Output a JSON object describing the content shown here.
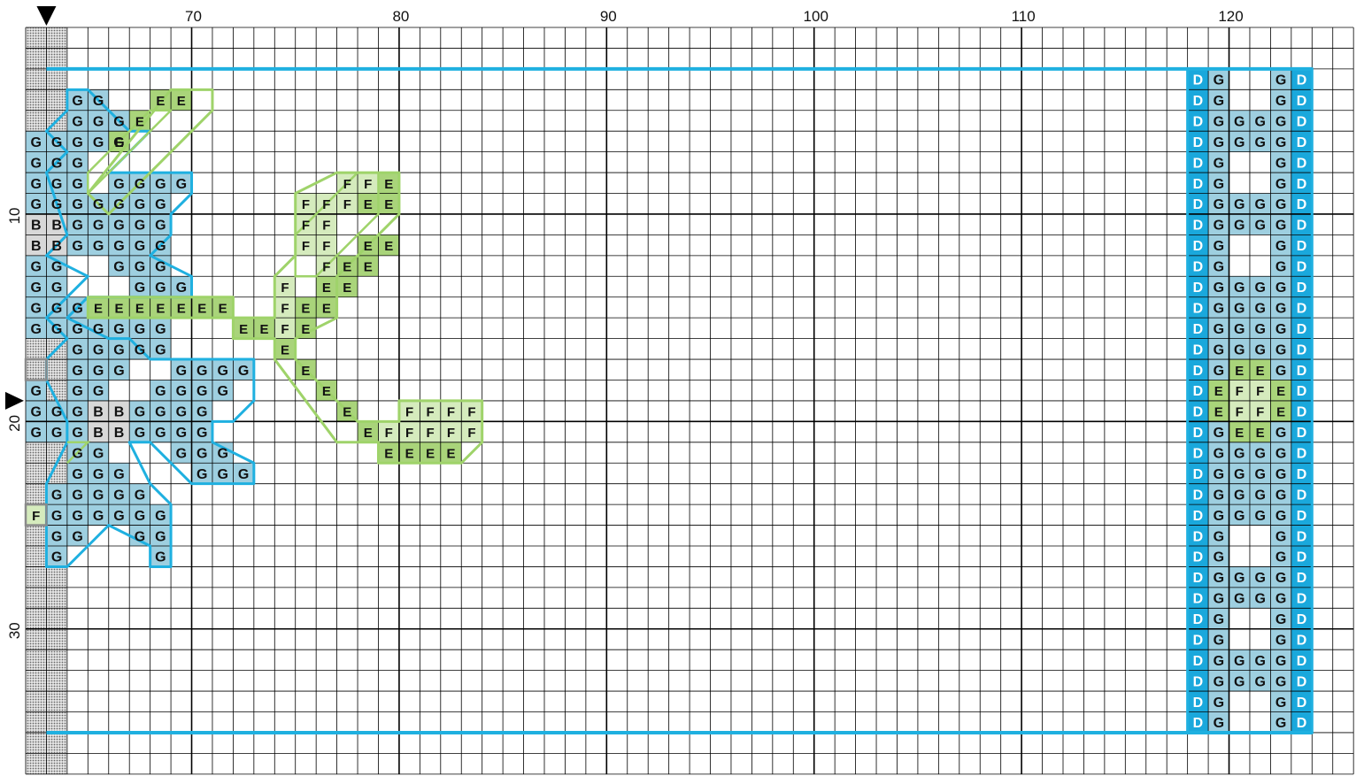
{
  "pattern": {
    "col_labels": [
      "70",
      "80",
      "90",
      "100",
      "110",
      "120"
    ],
    "row_labels": [
      "10",
      "20",
      "30"
    ],
    "first_col": 62,
    "first_row": 1,
    "num_cols": 64,
    "num_rows": 36,
    "col_markers": [
      63
    ],
    "row_markers": [
      19
    ],
    "symbol_colors": {
      "G": "#9ecfe0",
      "D": "#1aa8dc",
      "E": "#a9d47a",
      "F": "#d5ebbd",
      "B": "#d8d8d8",
      "grey": "#9a9a9a",
      "dotted": "#cfcfcf"
    },
    "outline_colors": {
      "blue": "#1fb0e0",
      "green": "#9fd36a",
      "grey": "#8a8a8a"
    },
    "stitches": [
      {
        "row": 4,
        "cells": "64:G,65:G"
      },
      {
        "row": 5,
        "cells": "64:G,65:G,66:G"
      },
      {
        "row": 6,
        "cells": "62:G,63:G,64:G,65:G,66:G"
      },
      {
        "row": 7,
        "cells": "62:G,63:G,64:G"
      },
      {
        "row": 8,
        "cells": "62:G,63:G,64:G,66:G,67:G,68:G,69:G"
      },
      {
        "row": 9,
        "cells": "62:G,63:G,64:G,65:G,66:G,67:G,68:G"
      },
      {
        "row": 10,
        "cells": "62:B,63:B,64:G,65:G,66:G,67:G,68:G"
      },
      {
        "row": 11,
        "cells": "62:B,63:B,64:G,65:G,66:G,67:G,68:G"
      },
      {
        "row": 12,
        "cells": "62:G,63:G,66:G,67:G,68:G"
      },
      {
        "row": 13,
        "cells": "62:G,63:G,67:G,68:G,69:G"
      },
      {
        "row": 14,
        "cells": "62:G,63:G,64:G"
      },
      {
        "row": 15,
        "cells": "62:G,63:G,64:G,65:G,66:G,67:G,68:G"
      },
      {
        "row": 16,
        "cells": "64:G,65:G,66:G,67:G,68:G"
      },
      {
        "row": 17,
        "cells": "64:G,65:G,66:G,69:G,70:G,71:G,72:G"
      },
      {
        "row": 18,
        "cells": "62:G,64:G,65:G,68:G,69:G,70:G,71:G"
      },
      {
        "row": 19,
        "cells": "62:G,63:G,64:G,65:B,66:B,67:G,68:G,69:G,70:G"
      },
      {
        "row": 20,
        "cells": "62:G,63:G,64:G,65:B,66:B,67:G,68:G,69:G,70:G"
      },
      {
        "row": 21,
        "cells": "64:G,65:G,69:G,70:G,71:G"
      },
      {
        "row": 22,
        "cells": "64:G,65:G,66:G,70:G,71:G,72:G"
      },
      {
        "row": 23,
        "cells": "63:G,64:G,65:G,66:G,67:G"
      },
      {
        "row": 24,
        "cells": "62:F,63:G,64:G,65:G,66:G,67:G,68:G"
      },
      {
        "row": 25,
        "cells": "63:G,64:G,67:G,68:G"
      },
      {
        "row": 26,
        "cells": "63:G,68:G"
      },
      {
        "row": 4,
        "cells": "68:E,69:E"
      },
      {
        "row": 5,
        "cells": "67:E"
      },
      {
        "row": 6,
        "cells": "66:E"
      },
      {
        "row": 8,
        "cells": "77:F,78:F,79:E"
      },
      {
        "row": 9,
        "cells": "75:F,76:F,77:F,78:E,79:E"
      },
      {
        "row": 10,
        "cells": "75:F,76:F"
      },
      {
        "row": 11,
        "cells": "75:F,76:F,78:E,79:E"
      },
      {
        "row": 12,
        "cells": "76:F,77:E,78:E"
      },
      {
        "row": 13,
        "cells": "74:F,76:E,77:E"
      },
      {
        "row": 14,
        "cells": "65:E,66:E,67:E,68:E,69:E,70:E,71:E,74:F,75:E,76:E"
      },
      {
        "row": 15,
        "cells": "72:E,73:E,74:F,75:E"
      },
      {
        "row": 16,
        "cells": "74:E"
      },
      {
        "row": 17,
        "cells": "75:E"
      },
      {
        "row": 18,
        "cells": "76:E"
      },
      {
        "row": 19,
        "cells": "77:E,80:F,81:F,82:F,83:F"
      },
      {
        "row": 20,
        "cells": "78:E,79:F,80:F,81:F,82:F,83:F"
      },
      {
        "row": 21,
        "cells": "79:E,80:E,81:E,82:E"
      },
      {
        "row": 3,
        "cells": "118:D,119:G,122:G,123:D"
      },
      {
        "row": 4,
        "cells": "118:D,119:G,122:G,123:D"
      },
      {
        "row": 5,
        "cells": "118:D,119:G,120:G,121:G,122:G,123:D"
      },
      {
        "row": 6,
        "cells": "118:D,119:G,120:G,121:G,122:G,123:D"
      },
      {
        "row": 7,
        "cells": "118:D,119:G,122:G,123:D"
      },
      {
        "row": 8,
        "cells": "118:D,119:G,122:G,123:D"
      },
      {
        "row": 9,
        "cells": "118:D,119:G,120:G,121:G,122:G,123:D"
      },
      {
        "row": 10,
        "cells": "118:D,119:G,120:G,121:G,122:G,123:D"
      },
      {
        "row": 11,
        "cells": "118:D,119:G,122:G,123:D"
      },
      {
        "row": 12,
        "cells": "118:D,119:G,122:G,123:D"
      },
      {
        "row": 13,
        "cells": "118:D,119:G,120:G,121:G,122:G,123:D"
      },
      {
        "row": 14,
        "cells": "118:D,119:G,120:G,121:G,122:G,123:D"
      },
      {
        "row": 15,
        "cells": "118:D,119:G,120:G,121:G,122:G,123:D"
      },
      {
        "row": 16,
        "cells": "118:D,119:G,120:G,121:G,122:G,123:D"
      },
      {
        "row": 17,
        "cells": "118:D,119:G,120:E,121:E,122:G,123:D"
      },
      {
        "row": 18,
        "cells": "118:D,119:E,120:F,121:F,122:E,123:D"
      },
      {
        "row": 19,
        "cells": "118:D,119:E,120:F,121:F,122:E,123:D"
      },
      {
        "row": 20,
        "cells": "118:D,119:G,120:E,121:E,122:G,123:D"
      },
      {
        "row": 21,
        "cells": "118:D,119:G,120:G,121:G,122:G,123:D"
      },
      {
        "row": 22,
        "cells": "118:D,119:G,120:G,121:G,122:G,123:D"
      },
      {
        "row": 23,
        "cells": "118:D,119:G,120:G,121:G,122:G,123:D"
      },
      {
        "row": 24,
        "cells": "118:D,119:G,120:G,121:G,122:G,123:D"
      },
      {
        "row": 25,
        "cells": "118:D,119:G,122:G,123:D"
      },
      {
        "row": 26,
        "cells": "118:D,119:G,122:G,123:D"
      },
      {
        "row": 27,
        "cells": "118:D,119:G,120:G,121:G,122:G,123:D"
      },
      {
        "row": 28,
        "cells": "118:D,119:G,120:G,121:G,122:G,123:D"
      },
      {
        "row": 29,
        "cells": "118:D,119:G,122:G,123:D"
      },
      {
        "row": 30,
        "cells": "118:D,119:G,122:G,123:D"
      },
      {
        "row": 31,
        "cells": "118:D,119:G,120:G,121:G,122:G,123:D"
      },
      {
        "row": 32,
        "cells": "118:D,119:G,120:G,121:G,122:G,123:D"
      },
      {
        "row": 33,
        "cells": "118:D,119:G,122:G,123:D"
      },
      {
        "row": 34,
        "cells": "118:D,119:G,122:G,123:D"
      }
    ]
  }
}
